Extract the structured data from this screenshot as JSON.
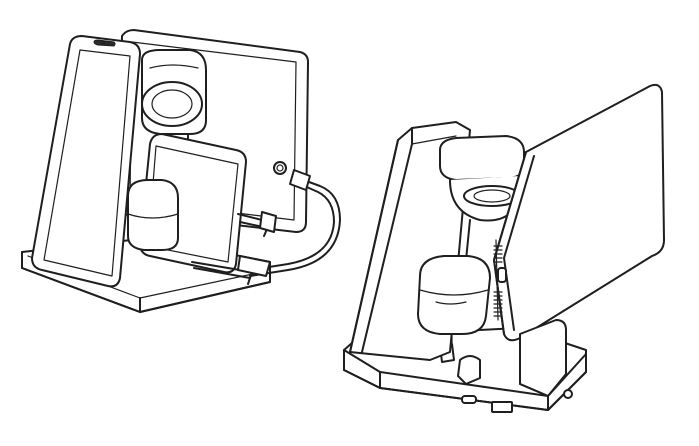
{
  "image": {
    "background": "#ffffff",
    "line_color": "#1f1f1f",
    "style": "black line-art product illustration",
    "subjects": [
      "left-charging-stand-front-view",
      "right-charging-stand-rear-view"
    ]
  }
}
